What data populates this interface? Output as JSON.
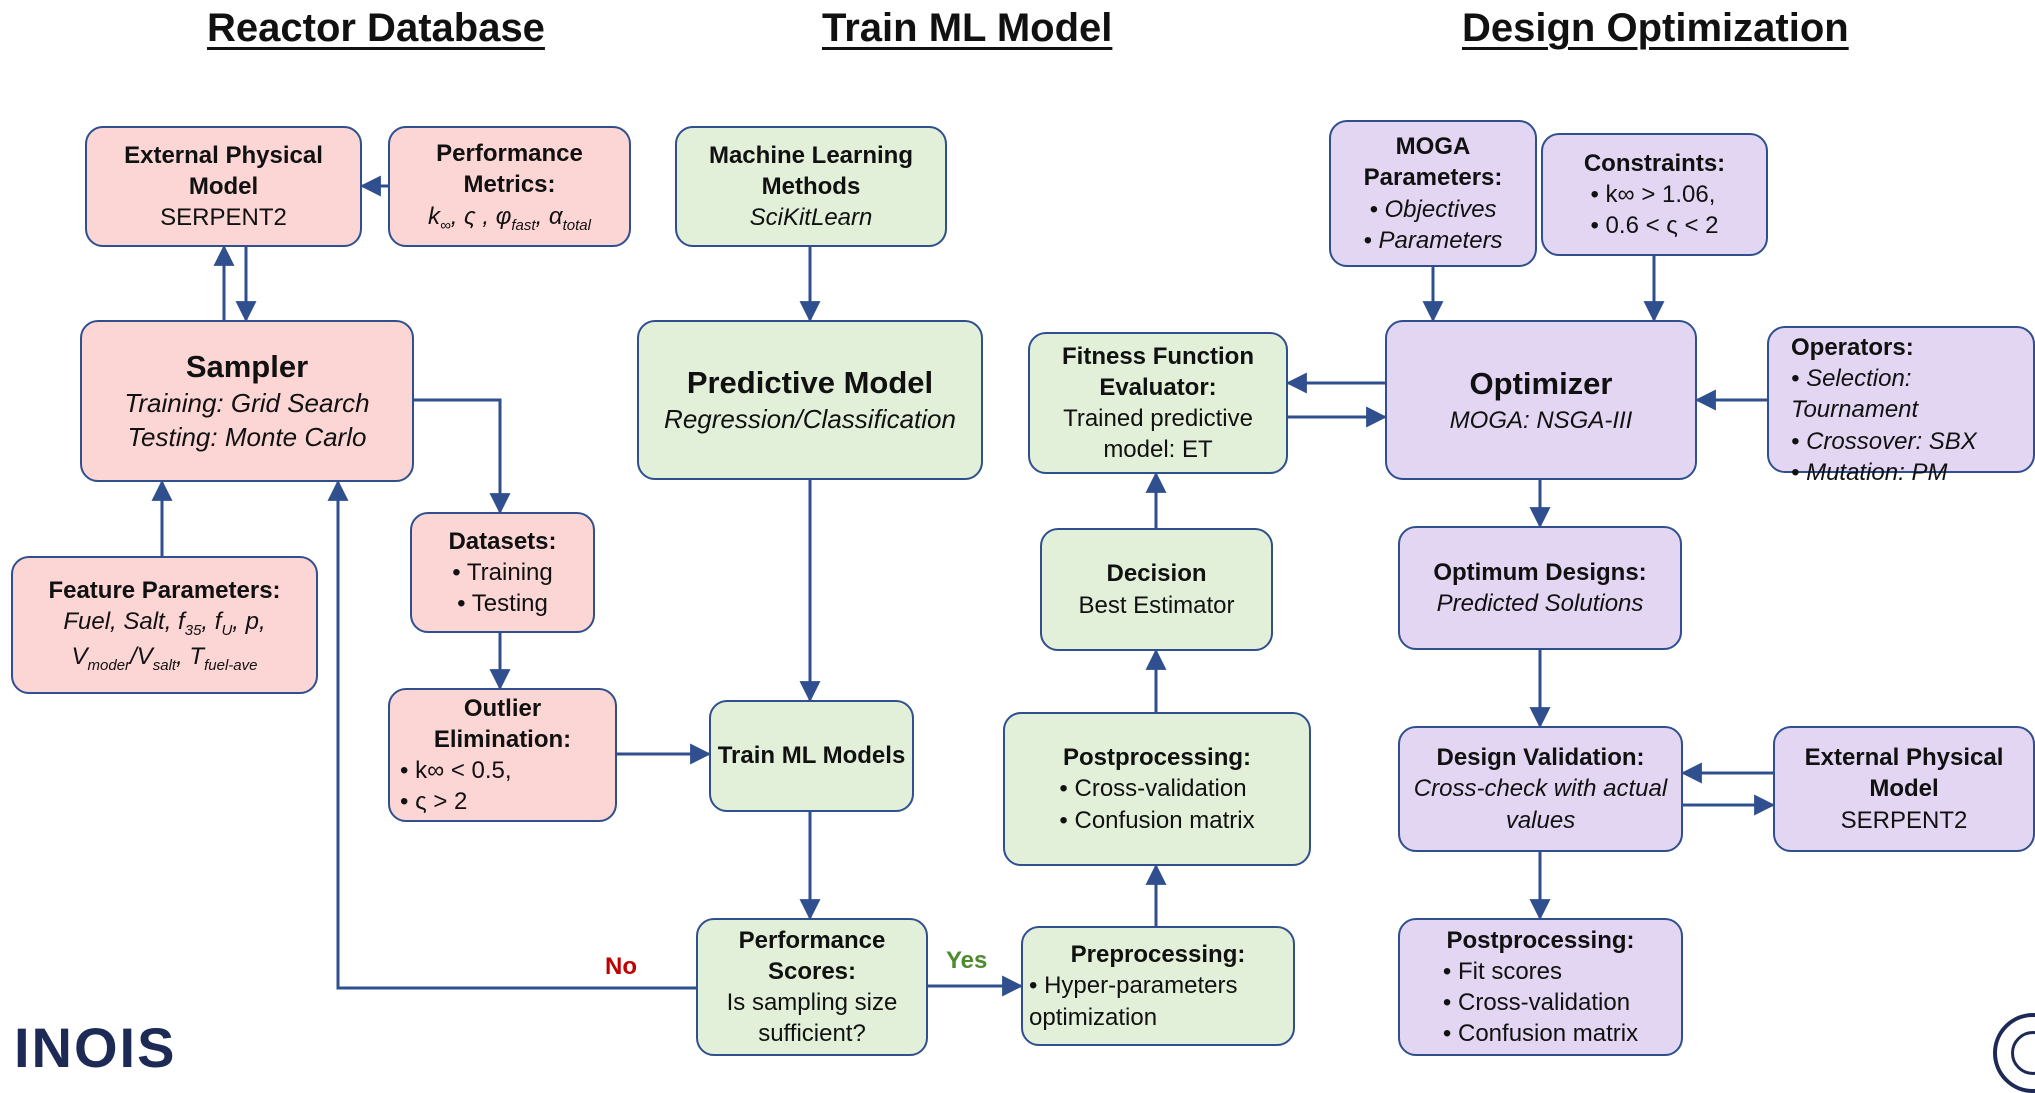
{
  "headers": {
    "reactor_database": "Reactor Database",
    "train_ml_model": "Train ML Model",
    "design_optimization": "Design Optimization"
  },
  "reactor": {
    "external_model": {
      "title": "External Physical Model",
      "sub": "SERPENT2"
    },
    "performance_metrics": {
      "title": "Performance Metrics:",
      "items": "k∞, ς , φfast, αtotal"
    },
    "sampler": {
      "title": "Sampler",
      "line1": "Training: Grid Search",
      "line2": "Testing: Monte Carlo"
    },
    "feature_parameters": {
      "title": "Feature Parameters:",
      "line1": "Fuel, Salt, f35, fU, p,",
      "line2": "Vmoder/Vsalt, Tfuel-ave"
    },
    "datasets": {
      "title": "Datasets:",
      "items": [
        "Training",
        "Testing"
      ]
    },
    "outlier": {
      "title": "Outlier Elimination:",
      "items": [
        "k∞ < 0.5,",
        "ς > 2"
      ]
    }
  },
  "train": {
    "ml_methods": {
      "title": "Machine Learning Methods",
      "sub": "SciKitLearn"
    },
    "predictive_model": {
      "title": "Predictive Model",
      "sub": "Regression/Classification"
    },
    "train_models": {
      "title": "Train ML Models"
    },
    "performance_scores": {
      "title": "Performance Scores:",
      "sub": "Is sampling size sufficient?"
    },
    "no_label": "No",
    "yes_label": "Yes",
    "preprocessing": {
      "title": "Preprocessing:",
      "items": [
        "Hyper-parameters optimization"
      ]
    },
    "postprocessing": {
      "title": "Postprocessing:",
      "items": [
        "Cross-validation",
        "Confusion matrix"
      ]
    },
    "decision": {
      "title": "Decision",
      "sub": "Best Estimator"
    },
    "fitness": {
      "title": "Fitness Function Evaluator:",
      "sub": "Trained predictive model: ET"
    }
  },
  "design": {
    "moga_params": {
      "title": "MOGA Parameters:",
      "items": [
        "Objectives",
        "Parameters"
      ]
    },
    "constraints": {
      "title": "Constraints:",
      "items": [
        "k∞ > 1.06,",
        "0.6 < ς < 2"
      ]
    },
    "optimizer": {
      "title": "Optimizer",
      "sub": "MOGA: NSGA-III"
    },
    "operators": {
      "title": "Operators:",
      "items": [
        "Selection: Tournament",
        "Crossover:  SBX",
        "Mutation: PM"
      ]
    },
    "optimum": {
      "title": "Optimum Designs:",
      "sub": "Predicted Solutions"
    },
    "validation": {
      "title": "Design Validation:",
      "sub": "Cross-check with actual values"
    },
    "external_model": {
      "title": "External Physical Model",
      "sub": "SERPENT2"
    },
    "postprocessing": {
      "title": "Postprocessing:",
      "items": [
        "Fit scores",
        "Cross-validation",
        "Confusion matrix"
      ]
    }
  },
  "logo_text": "INOIS",
  "colors": {
    "arrow": "#2f4f8f",
    "red_box": "#fcd5d5",
    "green_box": "#e2efd9",
    "purple_box": "#e2d6f2",
    "no": "#c00000",
    "yes": "#4e8a2e"
  }
}
